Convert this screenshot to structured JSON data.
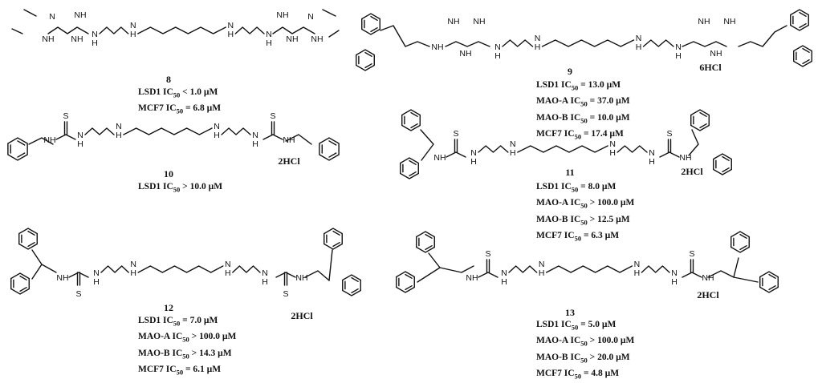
{
  "compounds": [
    {
      "id": "8",
      "salt": "",
      "activities": [
        {
          "target": "LSD1",
          "op": "<",
          "value": "1.0",
          "unit": "µM"
        },
        {
          "target": "MCF7",
          "op": "=",
          "value": "6.8",
          "unit": "µM"
        }
      ]
    },
    {
      "id": "9",
      "salt": "6HCl",
      "activities": [
        {
          "target": "LSD1",
          "op": "=",
          "value": "13.0",
          "unit": "µM"
        },
        {
          "target": "MAO-A",
          "op": "=",
          "value": "37.0",
          "unit": "µM"
        },
        {
          "target": "MAO-B",
          "op": "=",
          "value": "10.0",
          "unit": "µM"
        },
        {
          "target": "MCF7",
          "op": "=",
          "value": "17.4",
          "unit": "µM"
        }
      ]
    },
    {
      "id": "10",
      "salt": "2HCl",
      "activities": [
        {
          "target": "LSD1",
          "op": ">",
          "value": "10.0",
          "unit": "µM"
        }
      ]
    },
    {
      "id": "11",
      "salt": "2HCl",
      "activities": [
        {
          "target": "LSD1",
          "op": "=",
          "value": "8.0",
          "unit": "µM"
        },
        {
          "target": "MAO-A",
          "op": ">",
          "value": "100.0",
          "unit": "µM"
        },
        {
          "target": "MAO-B",
          "op": ">",
          "value": "12.5",
          "unit": "µM"
        },
        {
          "target": "MCF7",
          "op": "=",
          "value": "6.3",
          "unit": "µM"
        }
      ]
    },
    {
      "id": "12",
      "salt": "2HCl",
      "activities": [
        {
          "target": "LSD1",
          "op": "=",
          "value": "7.0",
          "unit": "µM"
        },
        {
          "target": "MAO-A",
          "op": ">",
          "value": "100.0",
          "unit": "µM"
        },
        {
          "target": "MAO-B",
          "op": ">",
          "value": "14.3",
          "unit": "µM"
        },
        {
          "target": "MCF7",
          "op": "=",
          "value": "6.1",
          "unit": "µM"
        }
      ]
    },
    {
      "id": "13",
      "salt": "2HCl",
      "activities": [
        {
          "target": "LSD1",
          "op": "=",
          "value": "5.0",
          "unit": "µM"
        },
        {
          "target": "MAO-A",
          "op": ">",
          "value": "100.0",
          "unit": "µM"
        },
        {
          "target": "MAO-B",
          "op": ">",
          "value": "20.0",
          "unit": "µM"
        },
        {
          "target": "MCF7",
          "op": "=",
          "value": "4.8",
          "unit": "µM"
        }
      ]
    }
  ],
  "atoms": {
    "amine": "N",
    "amine_h": "H",
    "imine": "NH",
    "sulfur": "S",
    "ic50_prefix": "IC",
    "ic50_sub": "50"
  }
}
